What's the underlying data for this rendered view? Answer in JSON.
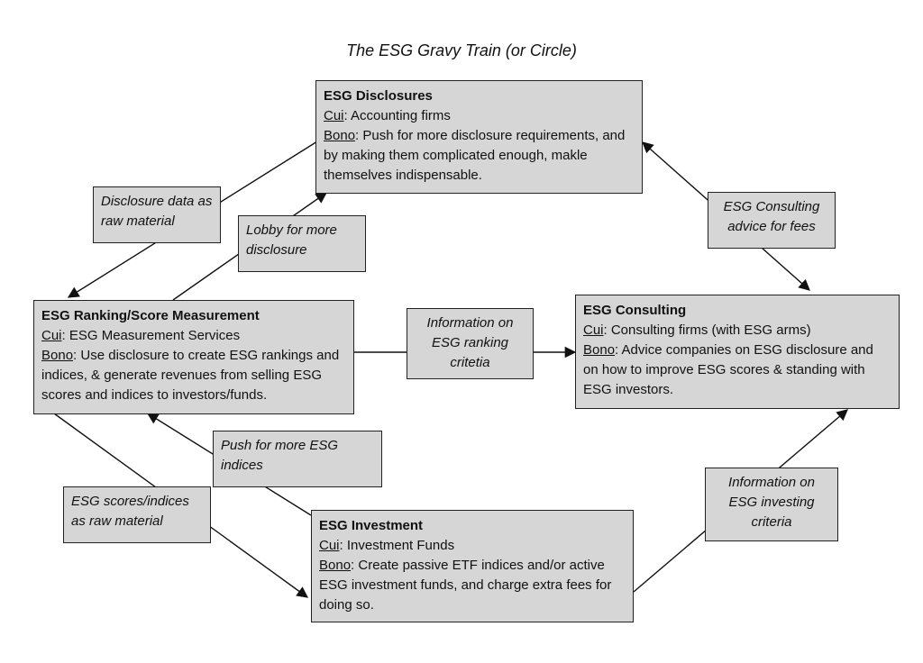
{
  "title": "The ESG Gravy Train (or Circle)",
  "nodes": {
    "disclosures": {
      "heading": "ESG Disclosures",
      "cui_label": "Cui",
      "cui_text": ": Accounting firms",
      "bono_label": "Bono",
      "bono_text": ": Push for more disclosure requirements, and by making them complicated enough, makle themselves indispensable."
    },
    "ranking": {
      "heading": "ESG Ranking/Score Measurement",
      "cui_label": "Cui",
      "cui_text": ": ESG Measurement Services",
      "bono_label": "Bono",
      "bono_text": ": Use disclosure to create ESG rankings and indices, & generate revenues from selling ESG scores and indices to investors/funds."
    },
    "consulting": {
      "heading": "ESG Consulting",
      "cui_label": "Cui",
      "cui_text": ": Consulting firms (with ESG arms)",
      "bono_label": "Bono",
      "bono_text": ": Advice companies on ESG disclosure and on how to improve ESG scores & standing with ESG investors."
    },
    "investment": {
      "heading": "ESG Investment",
      "cui_label": "Cui",
      "cui_text": ": Investment Funds",
      "bono_label": "Bono",
      "bono_text": ": Create passive ETF indices and/or active ESG investment funds, and charge extra fees for doing so."
    }
  },
  "edge_labels": {
    "disclosure_data": "Disclosure data as raw material",
    "lobby": "Lobby for more disclosure",
    "consulting_advice": "ESG Consulting advice for fees",
    "info_ranking": "Information on ESG ranking critetia",
    "push_indices": "Push for more ESG indices",
    "scores_raw": "ESG scores/indices as raw material",
    "info_investing": "Information on ESG investing criteria"
  }
}
